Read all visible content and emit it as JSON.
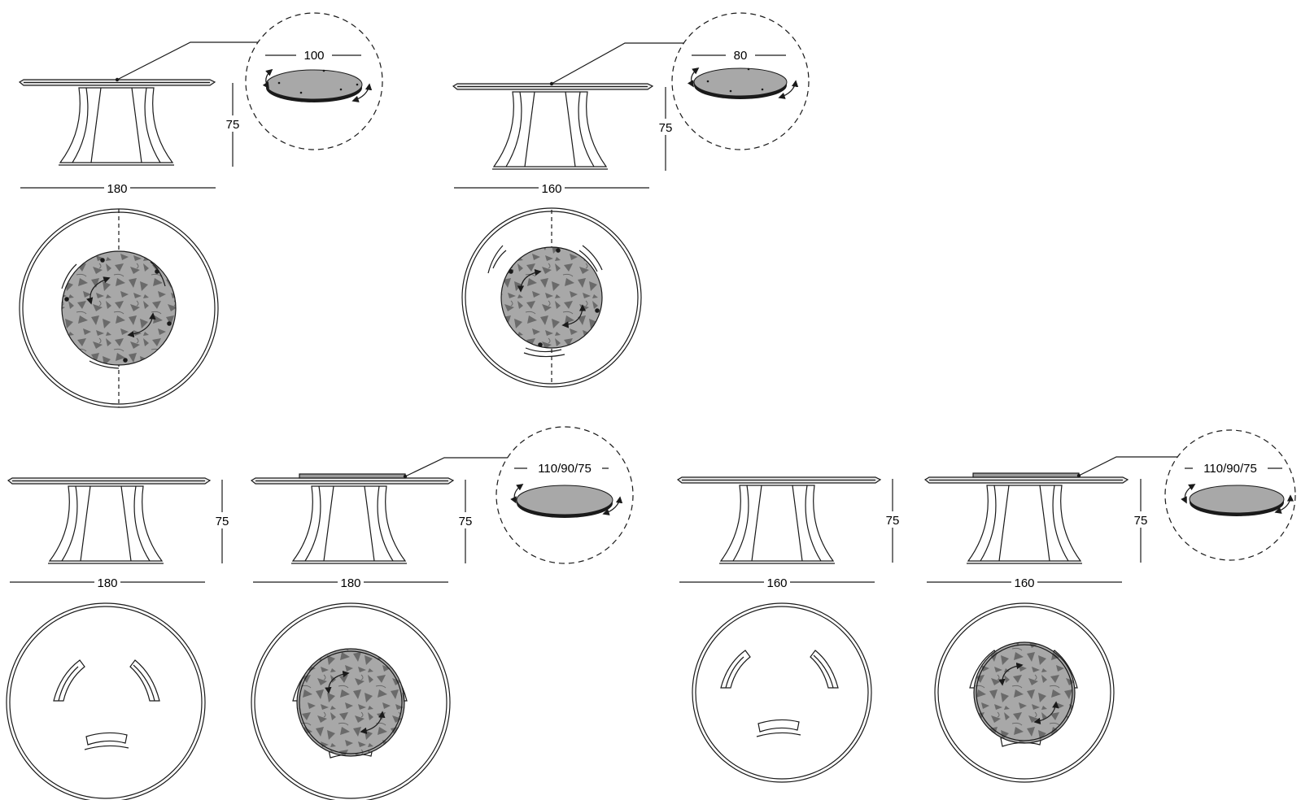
{
  "colors": {
    "line": "#1a1a1a",
    "stone": "#a8a8a8",
    "stone_chip": "#6a6a6a",
    "background": "#ffffff"
  },
  "groups": [
    {
      "id": "a",
      "variant": "with-lazy-susan",
      "top_width_label": "180",
      "height_label": "75",
      "detail_diameter_label": "100"
    },
    {
      "id": "b",
      "variant": "with-lazy-susan",
      "top_width_label": "160",
      "height_label": "75",
      "detail_diameter_label": "80"
    },
    {
      "id": "c",
      "variant": "plain",
      "top_width_label": "180",
      "height_label": "75"
    },
    {
      "id": "d",
      "variant": "with-lazy-susan",
      "top_width_label": "180",
      "height_label": "75",
      "detail_diameter_label": "110/90/75"
    },
    {
      "id": "e",
      "variant": "plain",
      "top_width_label": "160",
      "height_label": "75"
    },
    {
      "id": "f",
      "variant": "with-lazy-susan",
      "top_width_label": "160",
      "height_label": "75",
      "detail_diameter_label": "110/90/75"
    }
  ]
}
